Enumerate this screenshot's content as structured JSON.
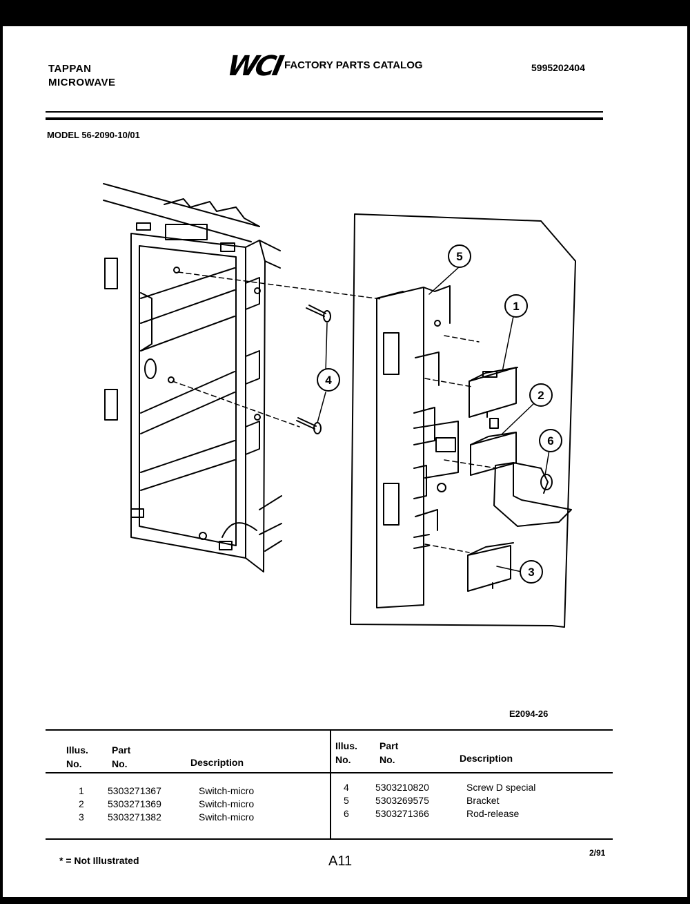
{
  "header": {
    "brand_line1": "TAPPAN",
    "brand_line2": "MICROWAVE",
    "logo_text": "WCI",
    "catalog_title": "FACTORY PARTS CATALOG",
    "catalog_number": "5995202404",
    "model": "MODEL 56-2090-10/01"
  },
  "diagram": {
    "callouts": [
      "1",
      "2",
      "3",
      "4",
      "5",
      "6"
    ],
    "figure_code": "E2094-26"
  },
  "parts_table": {
    "headers": {
      "illus_no": [
        "Illus.",
        "No."
      ],
      "part_no": [
        "Part",
        "No."
      ],
      "description": "Description"
    },
    "rows": [
      {
        "illus": "1",
        "part": "5303271367",
        "description": "Switch-micro"
      },
      {
        "illus": "2",
        "part": "5303271369",
        "description": "Switch-micro"
      },
      {
        "illus": "3",
        "part": "5303271382",
        "description": "Switch-micro"
      },
      {
        "illus": "4",
        "part": "5303210820",
        "description": "Screw D special"
      },
      {
        "illus": "5",
        "part": "5303269575",
        "description": "Bracket"
      },
      {
        "illus": "6",
        "part": "5303271366",
        "description": "Rod-release"
      }
    ]
  },
  "footer": {
    "note": "* = Not Illustrated",
    "page": "A11",
    "date": "2/91"
  }
}
